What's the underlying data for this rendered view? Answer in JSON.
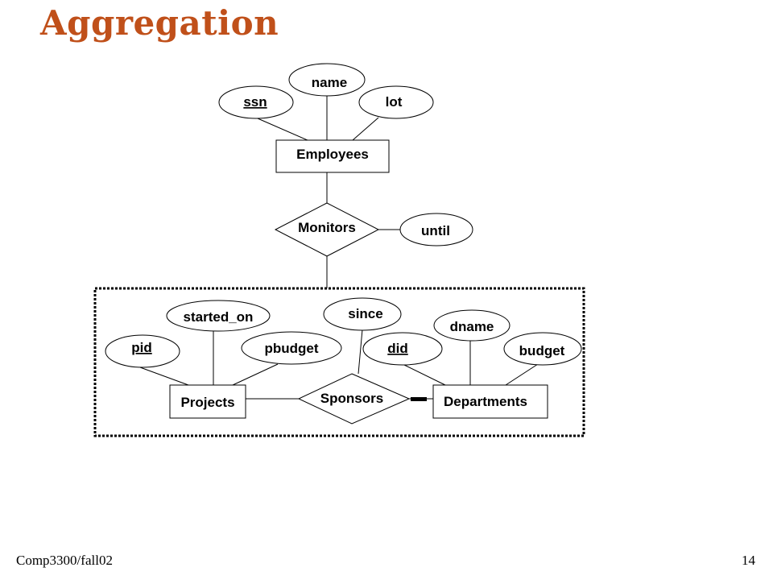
{
  "title": "Aggregation",
  "footer": {
    "course": "Comp3300/fall02",
    "page": "14"
  },
  "diagram": {
    "entities": {
      "employees": "Employees",
      "projects": "Projects",
      "departments": "Departments"
    },
    "relationships": {
      "monitors": "Monitors",
      "sponsors": "Sponsors"
    },
    "attributes": {
      "ssn": "ssn",
      "name": "name",
      "lot": "lot",
      "until": "until",
      "started_on": "started_on",
      "since": "since",
      "dname": "dname",
      "pid": "pid",
      "pbudget": "pbudget",
      "did": "did",
      "budget": "budget"
    }
  }
}
